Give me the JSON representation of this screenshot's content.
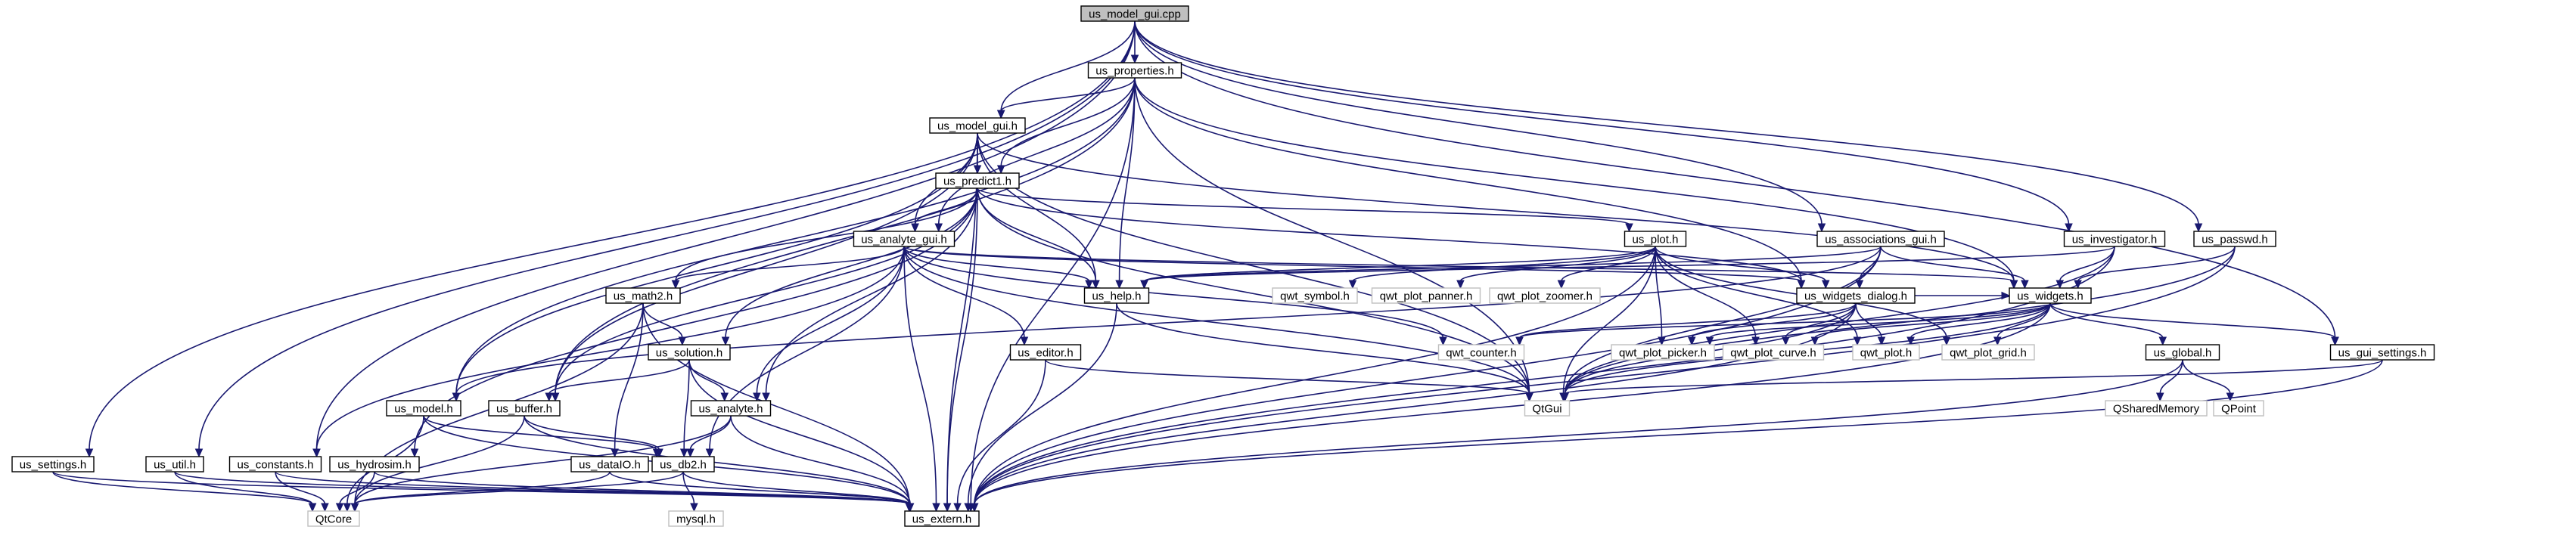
{
  "diagram": {
    "type": "include-dependency-graph",
    "colors": {
      "edge": "#191970",
      "node_fill": "#ffffff",
      "root_fill": "#bfbfbf",
      "node_border": "#000000",
      "external_border": "#bfbfbf"
    },
    "nodes": [
      {
        "id": "us_model_gui_cpp",
        "label": "us_model_gui.cpp",
        "kind": "root"
      },
      {
        "id": "us_properties_h",
        "label": "us_properties.h",
        "kind": "file"
      },
      {
        "id": "us_model_gui_h",
        "label": "us_model_gui.h",
        "kind": "file"
      },
      {
        "id": "us_predict1_h",
        "label": "us_predict1.h",
        "kind": "file"
      },
      {
        "id": "us_analyte_gui_h",
        "label": "us_analyte_gui.h",
        "kind": "file"
      },
      {
        "id": "us_plot_h",
        "label": "us_plot.h",
        "kind": "file"
      },
      {
        "id": "us_associations_gui_h",
        "label": "us_associations_gui.h",
        "kind": "file"
      },
      {
        "id": "us_investigator_h",
        "label": "us_investigator.h",
        "kind": "file"
      },
      {
        "id": "us_passwd_h",
        "label": "us_passwd.h",
        "kind": "file"
      },
      {
        "id": "us_math2_h",
        "label": "us_math2.h",
        "kind": "file"
      },
      {
        "id": "qwt_symbol_h",
        "label": "qwt_symbol.h",
        "kind": "external"
      },
      {
        "id": "qwt_plot_panner_h",
        "label": "qwt_plot_panner.h",
        "kind": "external"
      },
      {
        "id": "qwt_plot_zoomer_h",
        "label": "qwt_plot_zoomer.h",
        "kind": "external"
      },
      {
        "id": "us_help_h",
        "label": "us_help.h",
        "kind": "file"
      },
      {
        "id": "us_widgets_dialog_h",
        "label": "us_widgets_dialog.h",
        "kind": "file"
      },
      {
        "id": "us_widgets_h",
        "label": "us_widgets.h",
        "kind": "file"
      },
      {
        "id": "us_solution_h",
        "label": "us_solution.h",
        "kind": "file"
      },
      {
        "id": "us_editor_h",
        "label": "us_editor.h",
        "kind": "file"
      },
      {
        "id": "qwt_counter_h",
        "label": "qwt_counter.h",
        "kind": "external"
      },
      {
        "id": "qwt_plot_picker_h",
        "label": "qwt_plot_picker.h",
        "kind": "external"
      },
      {
        "id": "qwt_plot_curve_h",
        "label": "qwt_plot_curve.h",
        "kind": "external"
      },
      {
        "id": "qwt_plot_h",
        "label": "qwt_plot.h",
        "kind": "external"
      },
      {
        "id": "qwt_plot_grid_h",
        "label": "qwt_plot_grid.h",
        "kind": "external"
      },
      {
        "id": "us_global_h",
        "label": "us_global.h",
        "kind": "file"
      },
      {
        "id": "us_gui_settings_h",
        "label": "us_gui_settings.h",
        "kind": "file"
      },
      {
        "id": "us_model_h",
        "label": "us_model.h",
        "kind": "file"
      },
      {
        "id": "us_buffer_h",
        "label": "us_buffer.h",
        "kind": "file"
      },
      {
        "id": "us_analyte_h",
        "label": "us_analyte.h",
        "kind": "file"
      },
      {
        "id": "QtGui",
        "label": "QtGui",
        "kind": "external"
      },
      {
        "id": "QSharedMemory",
        "label": "QSharedMemory",
        "kind": "external"
      },
      {
        "id": "QPoint",
        "label": "QPoint",
        "kind": "external"
      },
      {
        "id": "us_settings_h",
        "label": "us_settings.h",
        "kind": "file"
      },
      {
        "id": "us_util_h",
        "label": "us_util.h",
        "kind": "file"
      },
      {
        "id": "us_constants_h",
        "label": "us_constants.h",
        "kind": "file"
      },
      {
        "id": "us_hydrosim_h",
        "label": "us_hydrosim.h",
        "kind": "file"
      },
      {
        "id": "us_dataIO_h",
        "label": "us_dataIO.h",
        "kind": "file"
      },
      {
        "id": "us_db2_h",
        "label": "us_db2.h",
        "kind": "file"
      },
      {
        "id": "QtCore",
        "label": "QtCore",
        "kind": "external"
      },
      {
        "id": "us_extern_h",
        "label": "us_extern.h",
        "kind": "file"
      },
      {
        "id": "mysql_h",
        "label": "mysql.h",
        "kind": "external"
      }
    ],
    "edges": [
      [
        "us_model_gui_cpp",
        "us_properties_h"
      ],
      [
        "us_model_gui_cpp",
        "us_model_gui_h"
      ],
      [
        "us_model_gui_cpp",
        "us_associations_gui_h"
      ],
      [
        "us_model_gui_cpp",
        "us_investigator_h"
      ],
      [
        "us_model_gui_cpp",
        "us_passwd_h"
      ],
      [
        "us_model_gui_cpp",
        "us_gui_settings_h"
      ],
      [
        "us_model_gui_cpp",
        "us_settings_h"
      ],
      [
        "us_model_gui_cpp",
        "us_util_h"
      ],
      [
        "us_model_gui_cpp",
        "us_constants_h"
      ],
      [
        "us_properties_h",
        "us_model_gui_h"
      ],
      [
        "us_properties_h",
        "us_predict1_h"
      ],
      [
        "us_properties_h",
        "us_analyte_gui_h"
      ],
      [
        "us_properties_h",
        "us_help_h"
      ],
      [
        "us_properties_h",
        "us_widgets_dialog_h"
      ],
      [
        "us_properties_h",
        "us_widgets_h"
      ],
      [
        "us_properties_h",
        "us_model_h"
      ],
      [
        "us_properties_h",
        "us_buffer_h"
      ],
      [
        "us_properties_h",
        "QtGui"
      ],
      [
        "us_properties_h",
        "us_extern_h"
      ],
      [
        "us_model_gui_h",
        "us_predict1_h"
      ],
      [
        "us_model_gui_h",
        "us_analyte_gui_h"
      ],
      [
        "us_model_gui_h",
        "us_help_h"
      ],
      [
        "us_model_gui_h",
        "us_widgets_h"
      ],
      [
        "us_model_gui_h",
        "us_model_h"
      ],
      [
        "us_model_gui_h",
        "us_buffer_h"
      ],
      [
        "us_model_gui_h",
        "QtGui"
      ],
      [
        "us_model_gui_h",
        "us_extern_h"
      ],
      [
        "us_predict1_h",
        "us_analyte_gui_h"
      ],
      [
        "us_predict1_h",
        "us_plot_h"
      ],
      [
        "us_predict1_h",
        "us_help_h"
      ],
      [
        "us_predict1_h",
        "us_widgets_dialog_h"
      ],
      [
        "us_predict1_h",
        "us_math2_h"
      ],
      [
        "us_predict1_h",
        "us_solution_h"
      ],
      [
        "us_predict1_h",
        "us_buffer_h"
      ],
      [
        "us_predict1_h",
        "us_analyte_h"
      ],
      [
        "us_predict1_h",
        "us_hydrosim_h"
      ],
      [
        "us_predict1_h",
        "QtGui"
      ],
      [
        "us_predict1_h",
        "us_extern_h"
      ],
      [
        "us_analyte_gui_h",
        "us_math2_h"
      ],
      [
        "us_analyte_gui_h",
        "us_help_h"
      ],
      [
        "us_analyte_gui_h",
        "us_widgets_dialog_h"
      ],
      [
        "us_analyte_gui_h",
        "us_widgets_h"
      ],
      [
        "us_analyte_gui_h",
        "us_editor_h"
      ],
      [
        "us_analyte_gui_h",
        "us_analyte_h"
      ],
      [
        "us_analyte_gui_h",
        "us_constants_h"
      ],
      [
        "us_analyte_gui_h",
        "us_db2_h"
      ],
      [
        "us_analyte_gui_h",
        "qwt_counter_h"
      ],
      [
        "us_analyte_gui_h",
        "QtGui"
      ],
      [
        "us_analyte_gui_h",
        "us_extern_h"
      ],
      [
        "us_plot_h",
        "qwt_symbol_h"
      ],
      [
        "us_plot_h",
        "qwt_plot_panner_h"
      ],
      [
        "us_plot_h",
        "qwt_plot_zoomer_h"
      ],
      [
        "us_plot_h",
        "us_widgets_dialog_h"
      ],
      [
        "us_plot_h",
        "us_help_h"
      ],
      [
        "us_plot_h",
        "qwt_plot_picker_h"
      ],
      [
        "us_plot_h",
        "qwt_plot_curve_h"
      ],
      [
        "us_plot_h",
        "qwt_plot_h"
      ],
      [
        "us_plot_h",
        "qwt_plot_grid_h"
      ],
      [
        "us_plot_h",
        "QtGui"
      ],
      [
        "us_plot_h",
        "us_extern_h"
      ],
      [
        "us_associations_gui_h",
        "us_widgets_dialog_h"
      ],
      [
        "us_associations_gui_h",
        "us_widgets_h"
      ],
      [
        "us_associations_gui_h",
        "us_help_h"
      ],
      [
        "us_associations_gui_h",
        "us_model_h"
      ],
      [
        "us_associations_gui_h",
        "QtGui"
      ],
      [
        "us_associations_gui_h",
        "us_extern_h"
      ],
      [
        "us_investigator_h",
        "us_widgets_h"
      ],
      [
        "us_investigator_h",
        "us_help_h"
      ],
      [
        "us_investigator_h",
        "QtGui"
      ],
      [
        "us_investigator_h",
        "us_extern_h"
      ],
      [
        "us_passwd_h",
        "us_widgets_h"
      ],
      [
        "us_passwd_h",
        "QtGui"
      ],
      [
        "us_passwd_h",
        "us_extern_h"
      ],
      [
        "us_math2_h",
        "us_solution_h"
      ],
      [
        "us_math2_h",
        "us_dataIO_h"
      ],
      [
        "us_math2_h",
        "QtCore"
      ],
      [
        "us_math2_h",
        "us_extern_h"
      ],
      [
        "us_help_h",
        "QtGui"
      ],
      [
        "us_help_h",
        "us_extern_h"
      ],
      [
        "us_widgets_dialog_h",
        "us_widgets_h"
      ],
      [
        "us_widgets_dialog_h",
        "qwt_counter_h"
      ],
      [
        "us_widgets_dialog_h",
        "qwt_plot_picker_h"
      ],
      [
        "us_widgets_dialog_h",
        "qwt_plot_curve_h"
      ],
      [
        "us_widgets_dialog_h",
        "qwt_plot_h"
      ],
      [
        "us_widgets_dialog_h",
        "QtGui"
      ],
      [
        "us_widgets_dialog_h",
        "us_extern_h"
      ],
      [
        "us_widgets_h",
        "qwt_counter_h"
      ],
      [
        "us_widgets_h",
        "qwt_plot_picker_h"
      ],
      [
        "us_widgets_h",
        "qwt_plot_curve_h"
      ],
      [
        "us_widgets_h",
        "qwt_plot_h"
      ],
      [
        "us_widgets_h",
        "qwt_plot_grid_h"
      ],
      [
        "us_widgets_h",
        "us_global_h"
      ],
      [
        "us_widgets_h",
        "us_gui_settings_h"
      ],
      [
        "us_widgets_h",
        "QtGui"
      ],
      [
        "us_widgets_h",
        "us_extern_h"
      ],
      [
        "us_solution_h",
        "us_buffer_h"
      ],
      [
        "us_solution_h",
        "us_analyte_h"
      ],
      [
        "us_solution_h",
        "us_db2_h"
      ],
      [
        "us_solution_h",
        "us_extern_h"
      ],
      [
        "us_editor_h",
        "QtGui"
      ],
      [
        "us_editor_h",
        "us_extern_h"
      ],
      [
        "us_global_h",
        "QSharedMemory"
      ],
      [
        "us_global_h",
        "QPoint"
      ],
      [
        "us_global_h",
        "us_extern_h"
      ],
      [
        "us_gui_settings_h",
        "QtGui"
      ],
      [
        "us_gui_settings_h",
        "us_extern_h"
      ],
      [
        "us_model_h",
        "us_db2_h"
      ],
      [
        "us_model_h",
        "QtCore"
      ],
      [
        "us_model_h",
        "us_extern_h"
      ],
      [
        "us_buffer_h",
        "us_db2_h"
      ],
      [
        "us_buffer_h",
        "QtCore"
      ],
      [
        "us_buffer_h",
        "us_extern_h"
      ],
      [
        "us_analyte_h",
        "us_db2_h"
      ],
      [
        "us_analyte_h",
        "QtCore"
      ],
      [
        "us_analyte_h",
        "us_extern_h"
      ],
      [
        "us_settings_h",
        "QtCore"
      ],
      [
        "us_settings_h",
        "us_extern_h"
      ],
      [
        "us_util_h",
        "QtCore"
      ],
      [
        "us_util_h",
        "us_extern_h"
      ],
      [
        "us_constants_h",
        "QtCore"
      ],
      [
        "us_constants_h",
        "us_extern_h"
      ],
      [
        "us_hydrosim_h",
        "QtCore"
      ],
      [
        "us_hydrosim_h",
        "us_extern_h"
      ],
      [
        "us_dataIO_h",
        "QtCore"
      ],
      [
        "us_dataIO_h",
        "us_extern_h"
      ],
      [
        "us_db2_h",
        "mysql_h"
      ],
      [
        "us_db2_h",
        "QtCore"
      ],
      [
        "us_db2_h",
        "us_extern_h"
      ]
    ]
  }
}
